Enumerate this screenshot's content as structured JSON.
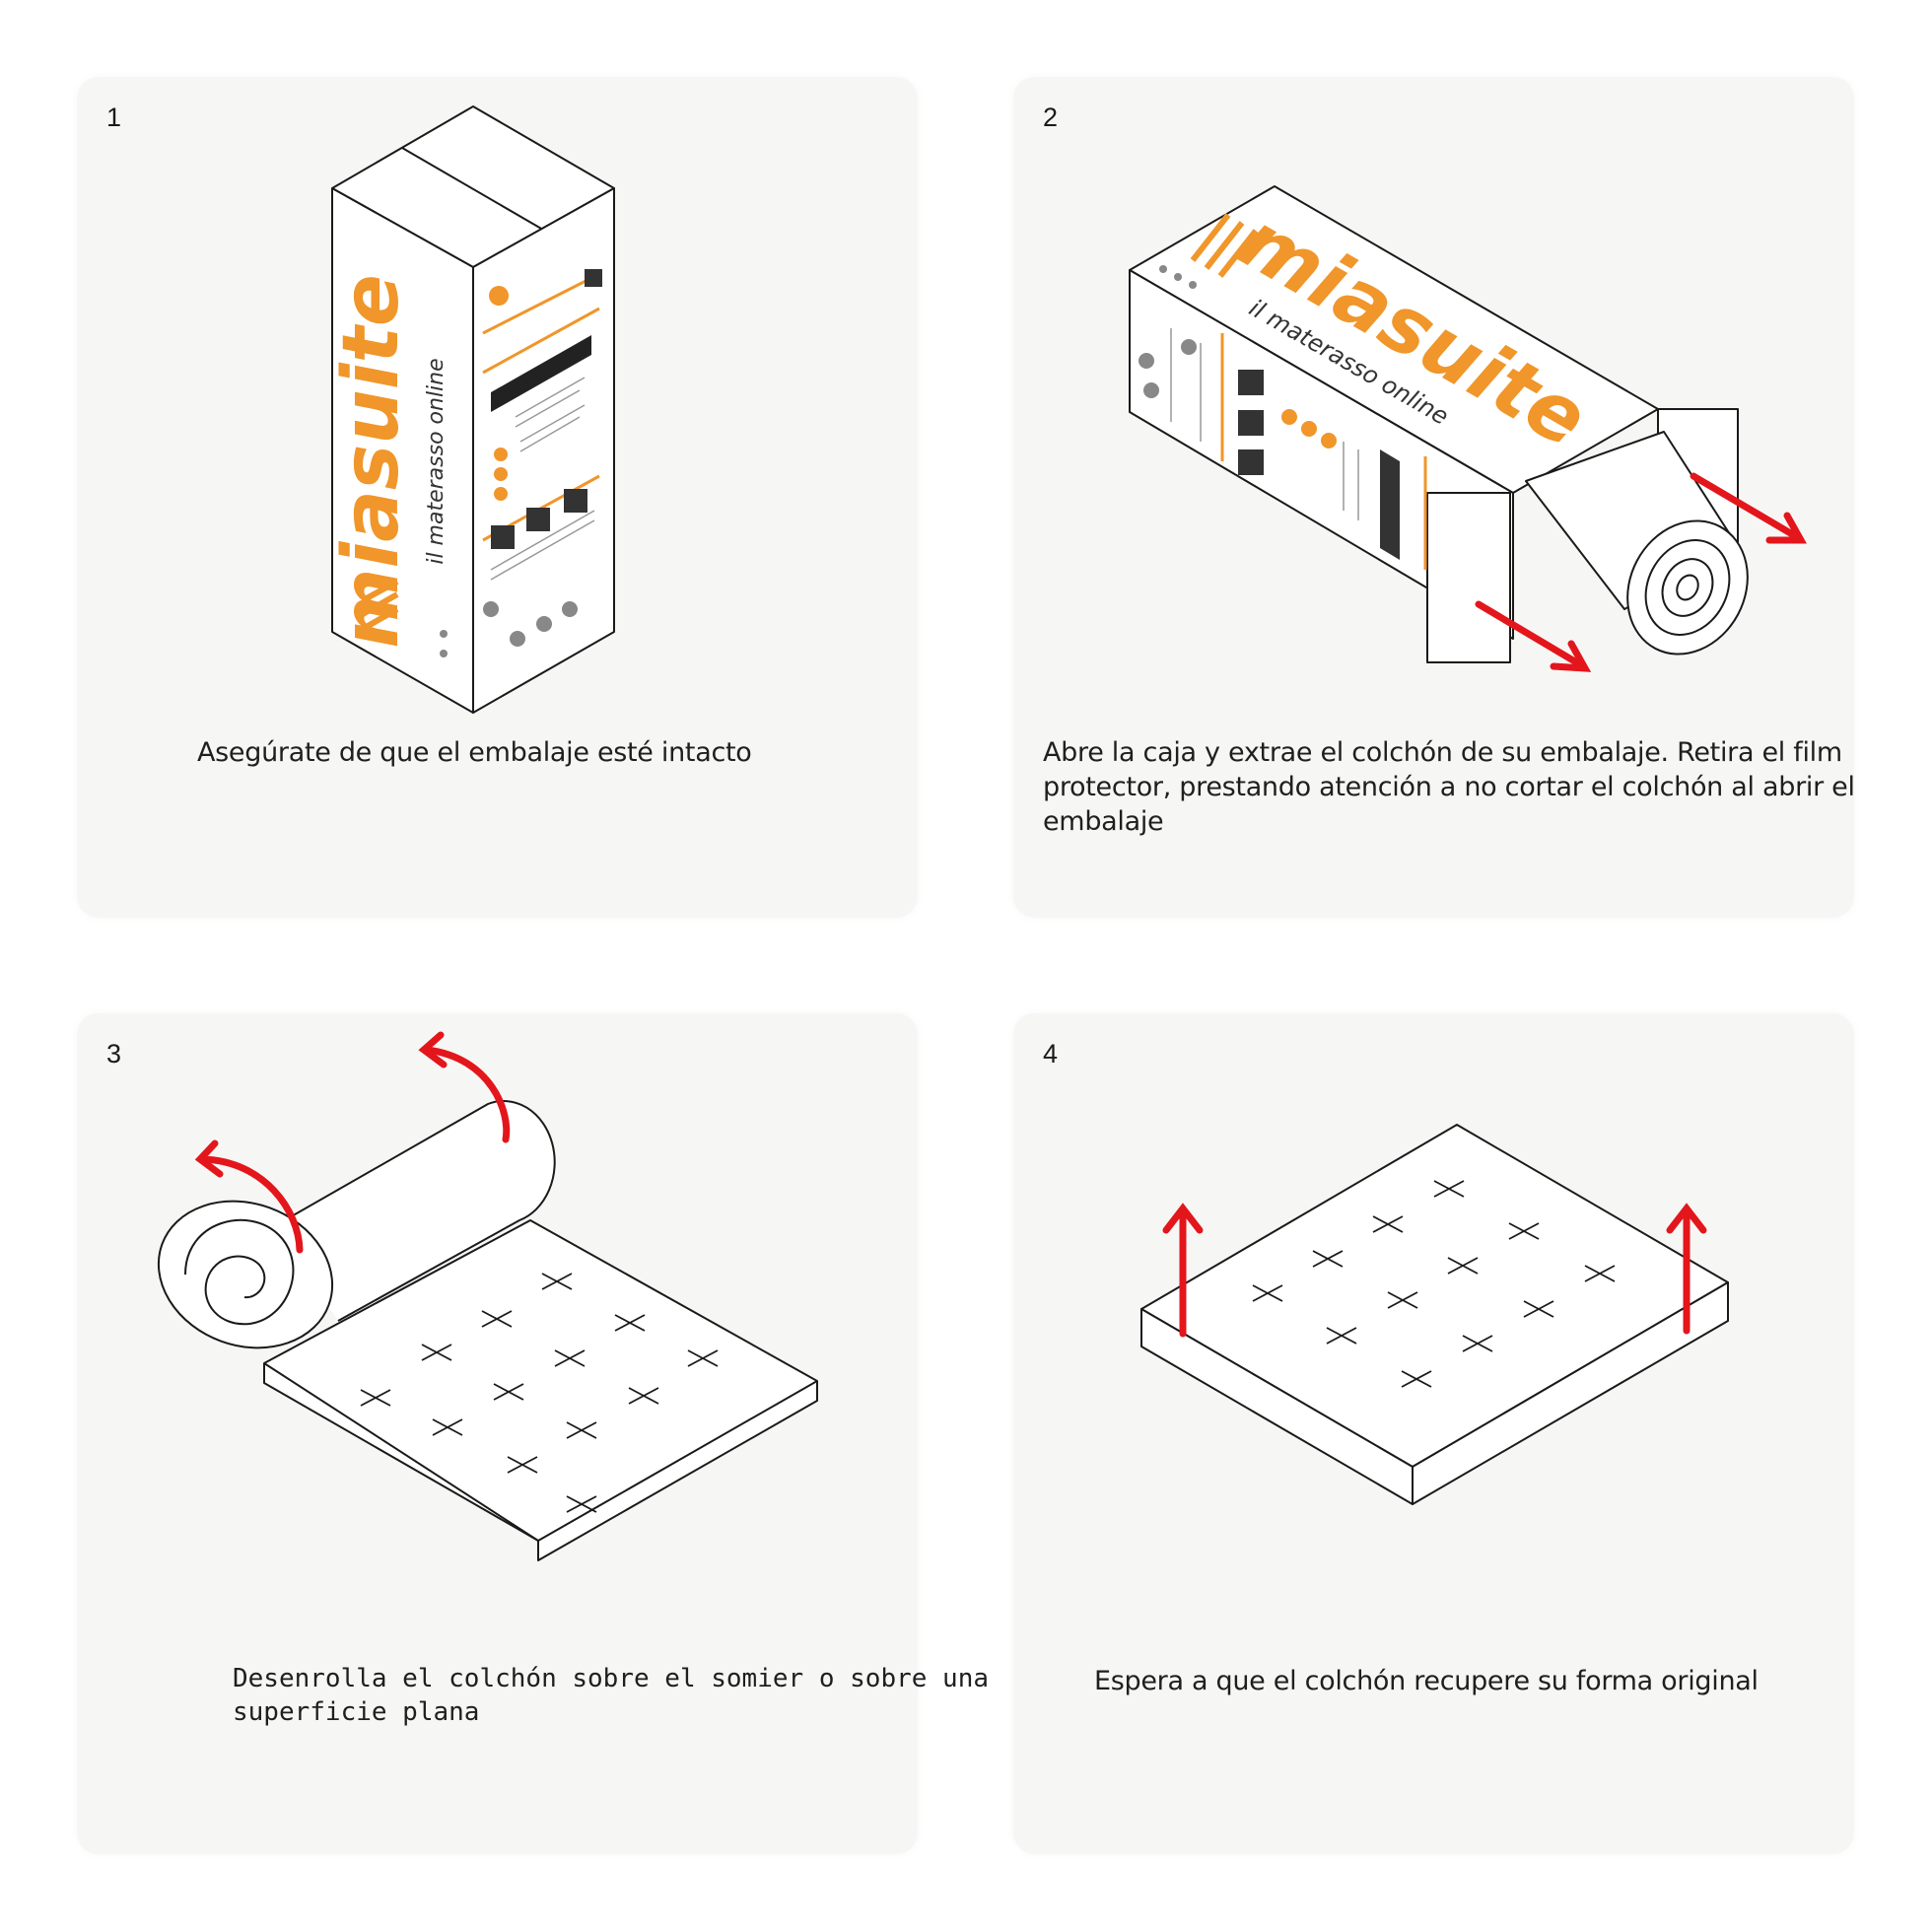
{
  "steps": [
    {
      "number": "1",
      "caption": "Asegúrate de que el embalaje esté intacto"
    },
    {
      "number": "2",
      "caption": "Abre la caja y extrae el colchón de su embalaje. Retira el film protector, prestando atención a no cortar el colchón al abrir el embalaje"
    },
    {
      "number": "3",
      "caption": "Desenrolla el colchón sobre el somier o sobre una superficie plana"
    },
    {
      "number": "4",
      "caption": "Espera a que el colchón recupere su forma original"
    }
  ],
  "brand": {
    "name": "miasuite",
    "tagline": "il materasso online"
  },
  "colors": {
    "panel_bg": "#f6f6f5",
    "line": "#1a1a1a",
    "arrow": "#e3161c",
    "brand_orange": "#f0962a"
  }
}
